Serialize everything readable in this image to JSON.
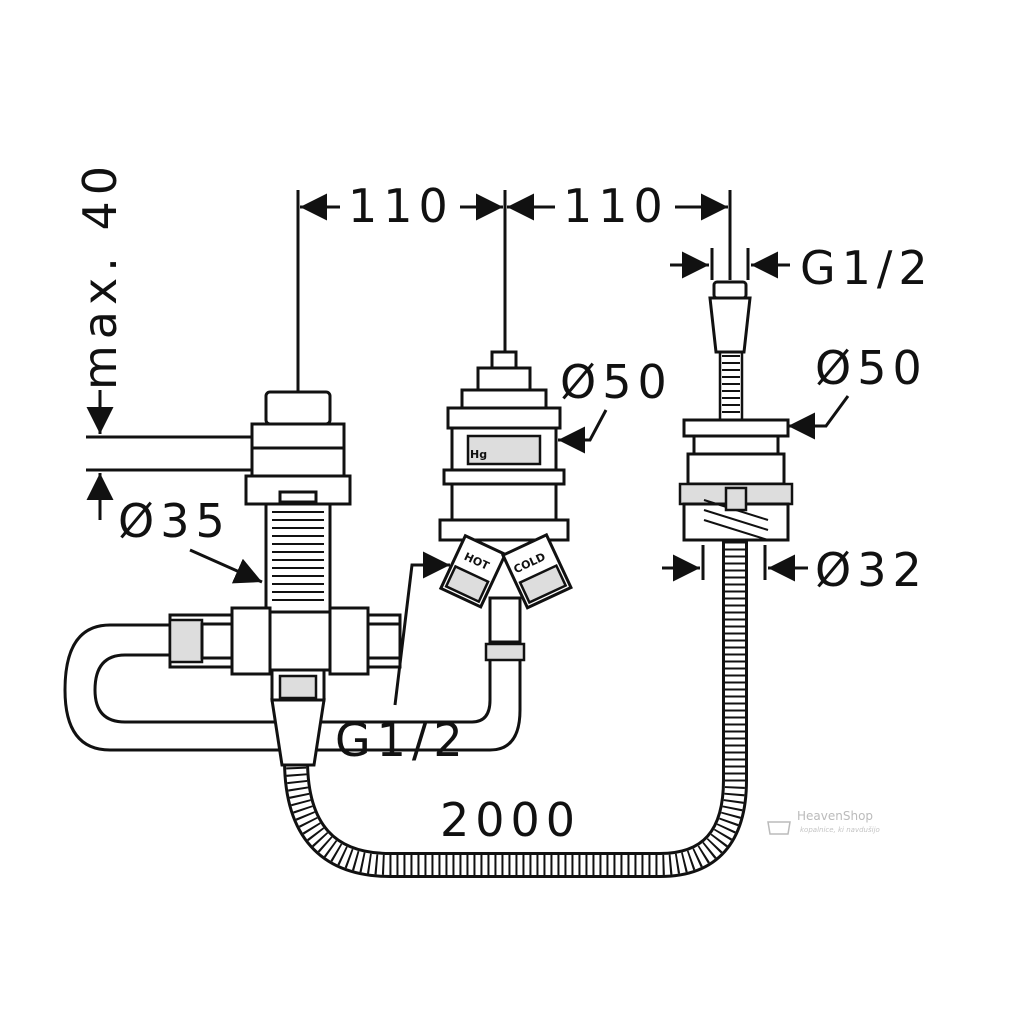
{
  "dimensions": {
    "spacing_left": "110",
    "spacing_right": "110",
    "max_depth": "max. 40",
    "diameter_left_body": "Ø35",
    "diameter_valve": "Ø50",
    "diameter_flange": "Ø50",
    "diameter_sleeve": "Ø32",
    "thread_top": "G1/2",
    "thread_bottom": "G1/2",
    "hose_length": "2000"
  },
  "labels": {
    "hot": "HOT",
    "cold": "COLD",
    "valve_mark": "Hg"
  },
  "watermark": {
    "brand": "HeavenShop",
    "tagline": "kopalnice, ki navdušijo"
  }
}
